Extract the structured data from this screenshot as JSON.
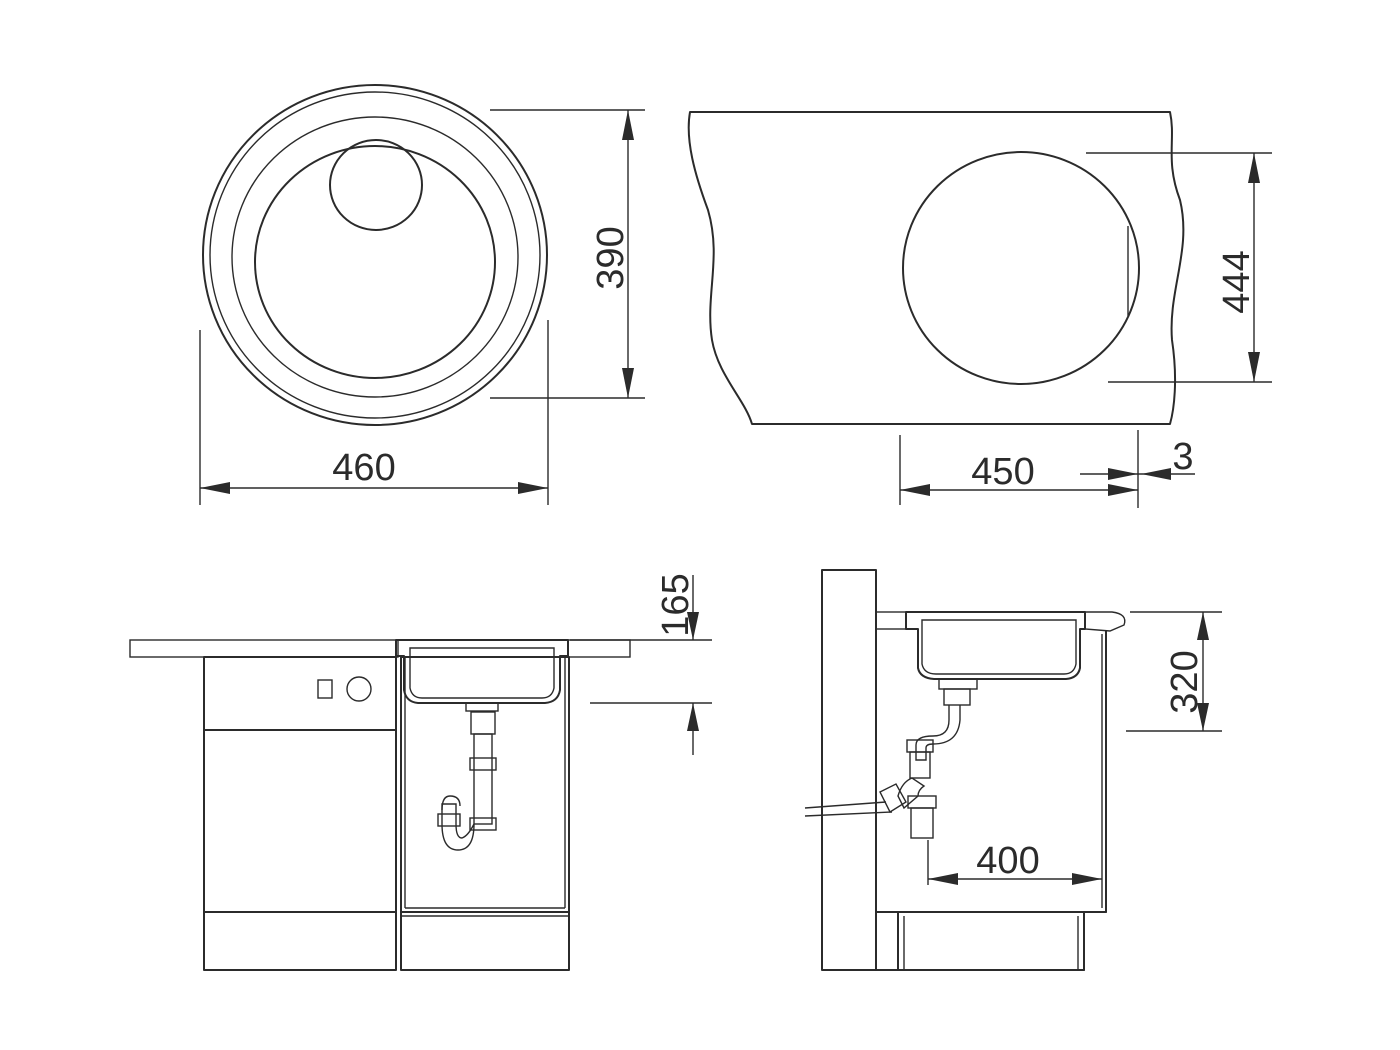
{
  "dimensions": {
    "top_width": "460",
    "top_depth": "390",
    "cutout_width": "450",
    "rim_offset": "3",
    "cutout_height": "444",
    "bowl_depth": "165",
    "wall_distance": "400",
    "mounting_height": "320"
  },
  "colors": {
    "line": "#2b2b2b",
    "background": "#ffffff"
  }
}
